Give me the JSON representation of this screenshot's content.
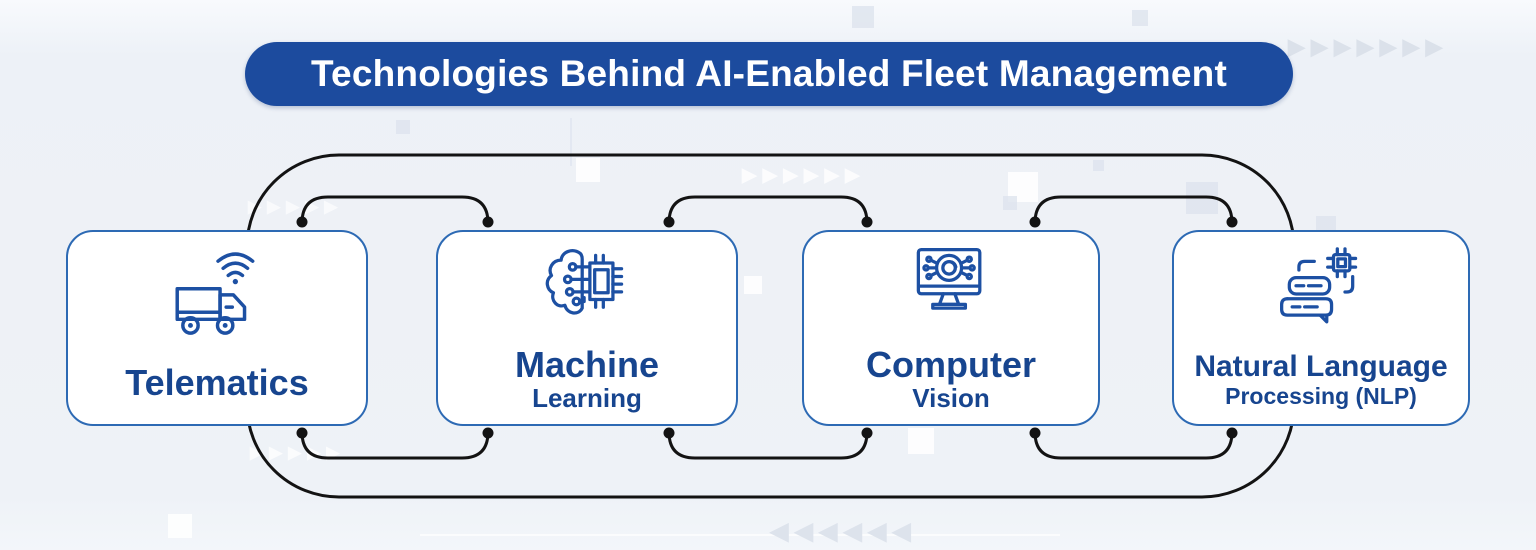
{
  "title": {
    "label": "Technologies Behind AI-Enabled Fleet Management"
  },
  "cards": [
    {
      "title": "Telematics",
      "subtitle": "",
      "icon": "truck-wifi-icon"
    },
    {
      "title": "Machine",
      "subtitle": "Learning",
      "icon": "brain-circuit-chip-icon"
    },
    {
      "title": "Computer",
      "subtitle": "Vision",
      "icon": "monitor-vision-eye-icon"
    },
    {
      "title": "Natural Language",
      "subtitle": "Processing (NLP)",
      "icon": "chat-bubbles-chip-icon"
    }
  ],
  "decor": {
    "chevron_rows": {
      "top_right": "▶▶▶▶▶▶▶",
      "mid_top": "▶▶▶▶▶▶",
      "card1_top": "▶▶▶▶▶",
      "bottom_left": "▶▶▶▶▶",
      "bottom_center": "◀◀◀◀◀◀"
    }
  },
  "colors": {
    "banner_blue": "#1c4b9e",
    "card_border_blue": "#2d6ab4",
    "text_navy": "#17458f",
    "icon_blue": "#1d50a3",
    "connector_black": "#131313",
    "background": "#eef1f6"
  }
}
